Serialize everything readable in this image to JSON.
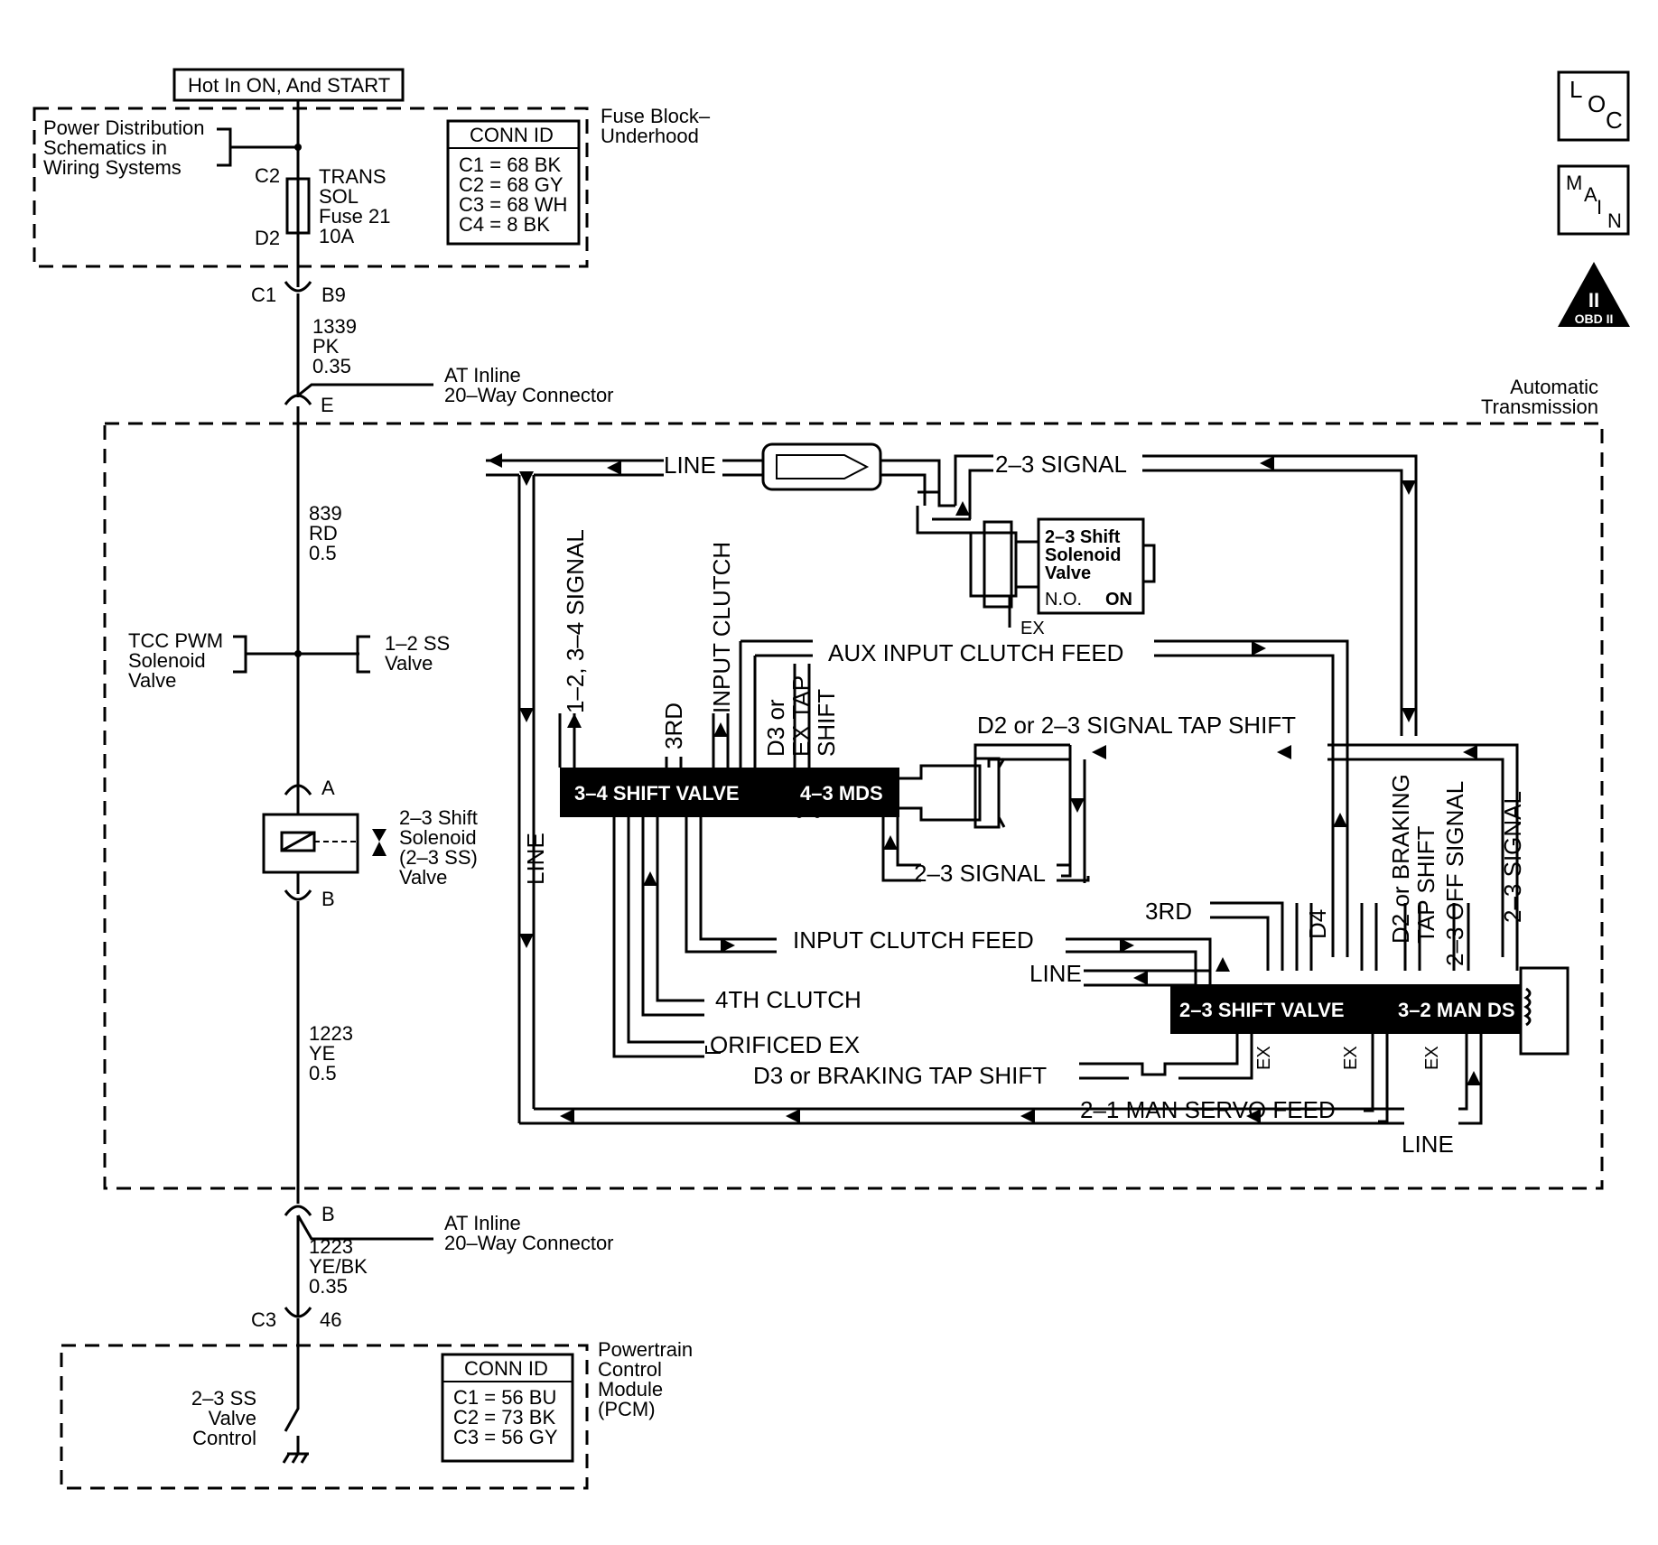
{
  "header": {
    "hot_label": "Hot In ON, And START"
  },
  "fuse_block": {
    "title_line1": "Fuse Block–",
    "title_line2": "Underhood",
    "power_dist_line1": "Power Distribution",
    "power_dist_line2": "Schematics in",
    "power_dist_line3": "Wiring Systems",
    "c2": "C2",
    "d2": "D2",
    "fuse_line1": "TRANS",
    "fuse_line2": "SOL",
    "fuse_line3": "Fuse 21",
    "fuse_line4": "10A",
    "conn_title": "CONN ID",
    "conn_rows": [
      "C1 = 68 BK",
      "C2 = 68 GY",
      "C3 = 68 WH",
      "C4 = 8 BK"
    ]
  },
  "side_icons": {
    "loc": [
      "L",
      "O",
      "C"
    ],
    "main": [
      "M",
      "A",
      "I",
      "N"
    ],
    "obd_num": "II",
    "obd_text": "OBD II"
  },
  "wires": {
    "c1": "C1",
    "b9": "B9",
    "w1": [
      "1339",
      "PK",
      "0.35"
    ],
    "inline1_line1": "AT Inline",
    "inline1_line2": "20–Way Connector",
    "inline1_pin": "E",
    "w2": [
      "839",
      "RD",
      "0.5"
    ],
    "tcc_line1": "TCC PWM",
    "tcc_line2": "Solenoid",
    "tcc_line3": "Valve",
    "ss12_line1": "1–2 SS",
    "ss12_line2": "Valve",
    "pin_a": "A",
    "pin_b": "B",
    "sol_line1": "2–3 Shift",
    "sol_line2": "Solenoid",
    "sol_line3": "(2–3 SS)",
    "sol_line4": "Valve",
    "w3": [
      "1223",
      "YE",
      "0.5"
    ],
    "inline2_pin": "B",
    "inline2_line1": "AT Inline",
    "inline2_line2": "20–Way Connector",
    "w4": [
      "1223",
      "YE/BK",
      "0.35"
    ],
    "c3": "C3",
    "pin46": "46"
  },
  "trans": {
    "title_line1": "Automatic",
    "title_line2": "Transmission"
  },
  "hydraulic": {
    "line": "LINE",
    "signal23": "2–3 SIGNAL",
    "solenoid_line1": "2–3 Shift",
    "solenoid_line2": "Solenoid",
    "solenoid_line3": "Valve",
    "no": "N.O.",
    "on": "ON",
    "ex": "EX",
    "aux": "AUX INPUT CLUTCH FEED",
    "sig1234": "1–2, 3–4 SIGNAL",
    "input_clutch": "INPUT CLUTCH",
    "third": "3RD",
    "d3_line1": "D3 or",
    "d3_line2": "EX TAP",
    "d3_line3": "SHIFT",
    "d2_tap": "D2 or 2–3 SIGNAL TAP SHIFT",
    "valve34": "3–4 SHIFT VALVE",
    "mds43": "4–3 MDS",
    "input_clutch_feed": "INPUT CLUTCH FEED",
    "fourth_clutch": "4TH CLUTCH",
    "orificed_ex": "ORIFICED EX",
    "d3_braking": "D3 or BRAKING TAP SHIFT",
    "servo_feed": "2–1 MAN SERVO FEED",
    "d4": "D4",
    "d2_braking_line1": "D2 or BRAKING",
    "d2_braking_line2": "TAP SHIFT",
    "off_signal": "2–3 OFF SIGNAL",
    "valve23": "2–3 SHIFT VALVE",
    "man_ds": "3–2 MAN DS"
  },
  "pcm": {
    "title_line1": "Powertrain",
    "title_line2": "Control",
    "title_line3": "Module",
    "title_line4": "(PCM)",
    "ctrl_line1": "2–3 SS",
    "ctrl_line2": "Valve",
    "ctrl_line3": "Control",
    "conn_title": "CONN ID",
    "conn_rows": [
      "C1 = 56 BU",
      "C2 = 73 BK",
      "C3 = 56 GY"
    ]
  }
}
